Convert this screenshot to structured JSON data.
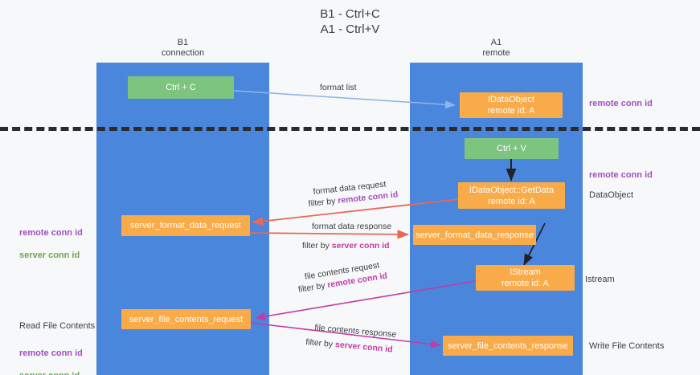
{
  "title": "B1 - Ctrl+C\nA1 - Ctrl+V",
  "lanes": [
    {
      "id": "b1",
      "label": "B1\nconnection"
    },
    {
      "id": "a1",
      "label": "A1\nremote"
    }
  ],
  "nodes": [
    {
      "id": "ctrl-c",
      "label": "Ctrl + C",
      "color": "green"
    },
    {
      "id": "idataobject",
      "label": "IDataObject\nremote id: A",
      "color": "orange"
    },
    {
      "id": "ctrl-v",
      "label": "Ctrl + V",
      "color": "green"
    },
    {
      "id": "idataobject-getdata",
      "label": "IDataObject::GetData\nremote id: A",
      "color": "orange"
    },
    {
      "id": "server-format-data-request",
      "label": "server_format_data_request",
      "color": "orange"
    },
    {
      "id": "server-format-data-response",
      "label": "server_format_data_response",
      "color": "orange"
    },
    {
      "id": "istream",
      "label": "IStream\nremote id: A",
      "color": "orange"
    },
    {
      "id": "server-file-contents-request",
      "label": "server_file_contents_request",
      "color": "orange"
    },
    {
      "id": "server-file-contents-response",
      "label": "server_file_contents_response",
      "color": "orange"
    }
  ],
  "edge_labels": {
    "format_list": "format list",
    "format_data_request": "format data request",
    "format_data_request_filter_prefix": "filter by ",
    "format_data_request_filter_key": "remote conn id",
    "format_data_response": "format data response",
    "format_data_response_filter_prefix": "filter by ",
    "format_data_response_filter_key": "server conn id",
    "file_contents_request": "file contents request",
    "file_contents_request_filter_prefix": "filter by ",
    "file_contents_request_filter_key": "remote conn id",
    "file_contents_response": "file contents response",
    "file_contents_response_filter_prefix": "filter by ",
    "file_contents_response_filter_key": "server conn id"
  },
  "annotations": {
    "right_remote_conn_id_top": "remote conn id",
    "right_remote_conn_id_mid": "remote conn id",
    "right_dataobject": "DataObject",
    "right_istream": "Istream",
    "right_write_file_contents": "Write File Contents",
    "left_read_file_contents": "Read File Contents",
    "left_remote_conn_id": "remote conn id",
    "left_server_conn_id": "server conn id"
  },
  "colors": {
    "lane": "#4a86db",
    "green_node": "#7dc47f",
    "orange_node": "#f9aa49",
    "purple_text": "#a24fc0",
    "green_text": "#6aa84f",
    "magenta_text": "#c23ba8",
    "arrow_blue": "#8ab6e8",
    "arrow_red": "#e8685a",
    "arrow_magenta": "#c23ba8",
    "arrow_dark": "#222222",
    "background": "#f7f8f9",
    "text_dark": "#3c4043"
  }
}
